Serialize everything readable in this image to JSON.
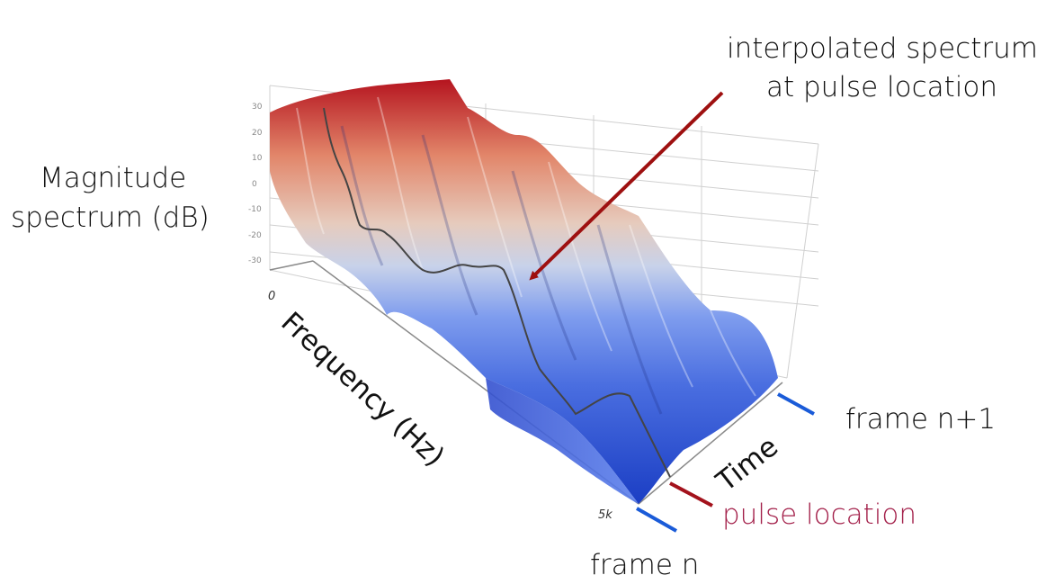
{
  "labels": {
    "z_axis": [
      "Magnitude",
      "spectrum (dB)"
    ],
    "x_axis": "Frequency (Hz)",
    "time_axis": "Time",
    "annotation": [
      "interpolated spectrum",
      "at pulse location"
    ],
    "frame_n": "frame n",
    "frame_n1": "frame n+1",
    "pulse": "pulse location",
    "freq_min": "0",
    "freq_max": "5k"
  },
  "z_ticks": [
    "30",
    "20",
    "10",
    "0",
    "-10",
    "-20",
    "-30"
  ],
  "colors": {
    "arrow": "#9e1010",
    "pulse_marker": "#a3121c",
    "pulse_text": "#a3204a",
    "frame_marker": "#1a5bd8",
    "surface_high": "#b5141f",
    "surface_mid": "#dcdcdc",
    "surface_low": "#1b3ec4"
  }
}
